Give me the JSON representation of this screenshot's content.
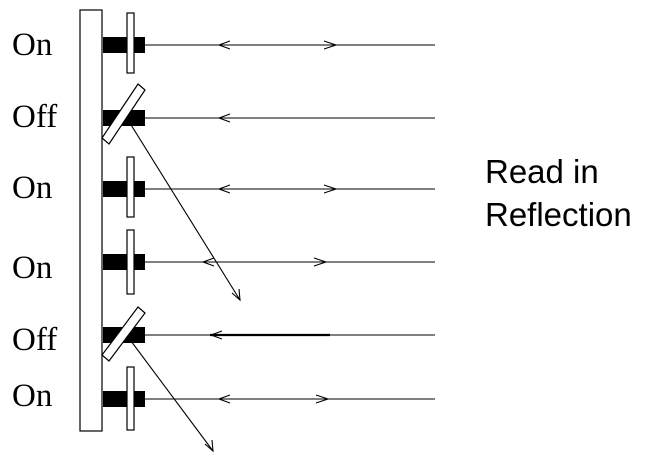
{
  "rows": [
    {
      "label": "On",
      "state": "on"
    },
    {
      "label": "Off",
      "state": "off"
    },
    {
      "label": "On",
      "state": "on"
    },
    {
      "label": "On",
      "state": "on"
    },
    {
      "label": "Off",
      "state": "off"
    },
    {
      "label": "On",
      "state": "on"
    }
  ],
  "caption": {
    "line1": "Read in",
    "line2": "Reflection"
  }
}
